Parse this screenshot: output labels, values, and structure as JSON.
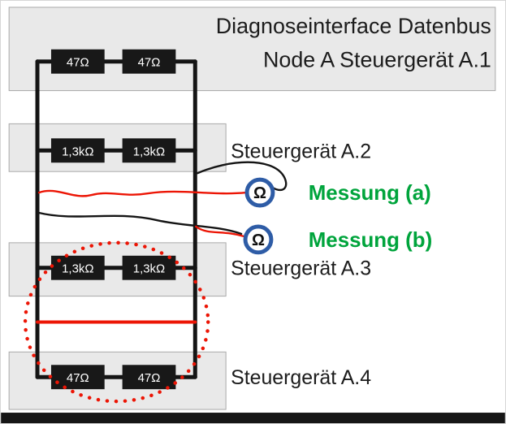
{
  "slide": {
    "title_line1": "Diagnoseinterface Datenbus",
    "title_line2": "Node A Steuergerät A.1"
  },
  "units": [
    {
      "label": "Steuergerät A.2"
    },
    {
      "label": "Steuergerät A.3"
    },
    {
      "label": "Steuergerät A.4"
    }
  ],
  "resistors": {
    "row1": [
      "47Ω",
      "47Ω"
    ],
    "row2": [
      "1,3kΩ",
      "1,3kΩ"
    ],
    "row3": [
      "1,3kΩ",
      "1,3kΩ"
    ],
    "row4": [
      "47Ω",
      "47Ω"
    ]
  },
  "measurements": [
    {
      "symbol": "Ω",
      "label": "Messung (a)"
    },
    {
      "symbol": "Ω",
      "label": "Messung (b)"
    }
  ],
  "colors": {
    "background": "#ffffff",
    "text_dark": "#1c1c1c",
    "box_fill": "#e9e9e9",
    "box_border": "#a9a9a9",
    "wire_black": "#141414",
    "wire_red": "#ec1505",
    "measure_ring_blue": "#2e5ca6",
    "measure_label_green": "#00a43c",
    "resistor_fill": "#181818",
    "resistor_text": "#ffffff",
    "footer_bar": "#161616"
  }
}
